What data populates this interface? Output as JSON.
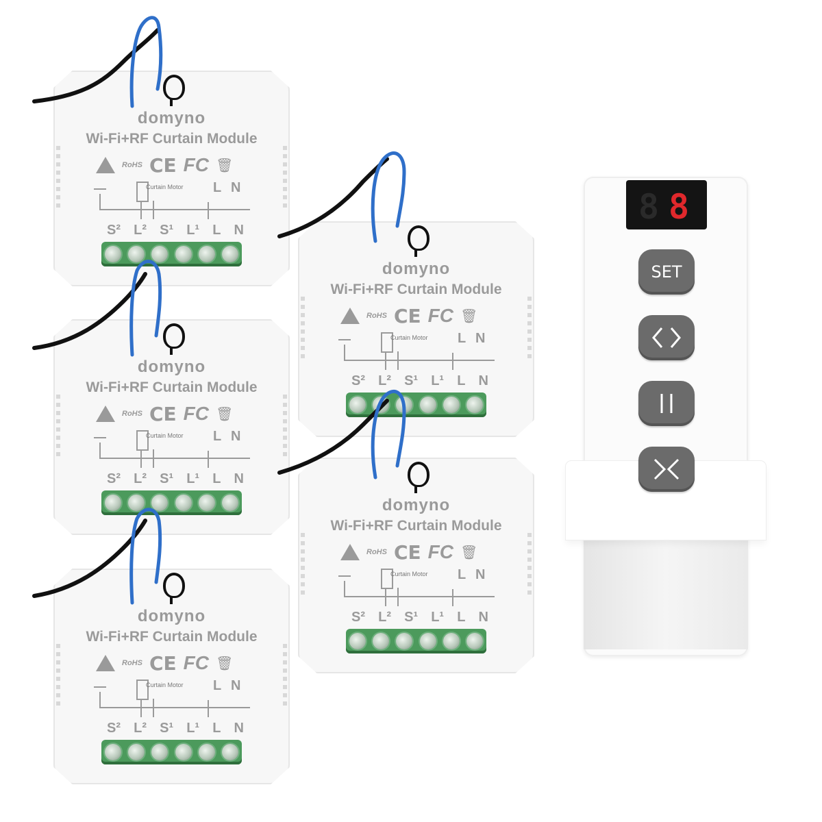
{
  "modules": [
    {
      "brand": "domyno",
      "title": "Wi-Fi+RF Curtain Module",
      "rohs": "RoHS",
      "ce": "CE",
      "fcc": "FC",
      "motor_label": "Curtain Motor",
      "top_L": "L",
      "top_N": "N",
      "terminals": [
        "S²",
        "L²",
        "S¹",
        "L¹",
        "L",
        "N"
      ]
    },
    {
      "brand": "domyno",
      "title": "Wi-Fi+RF Curtain Module",
      "rohs": "RoHS",
      "ce": "CE",
      "fcc": "FC",
      "motor_label": "Curtain Motor",
      "top_L": "L",
      "top_N": "N",
      "terminals": [
        "S²",
        "L²",
        "S¹",
        "L¹",
        "L",
        "N"
      ]
    },
    {
      "brand": "domyno",
      "title": "Wi-Fi+RF Curtain Module",
      "rohs": "RoHS",
      "ce": "CE",
      "fcc": "FC",
      "motor_label": "Curtain Motor",
      "top_L": "L",
      "top_N": "N",
      "terminals": [
        "S²",
        "L²",
        "S¹",
        "L¹",
        "L",
        "N"
      ]
    },
    {
      "brand": "domyno",
      "title": "Wi-Fi+RF Curtain Module",
      "rohs": "RoHS",
      "ce": "CE",
      "fcc": "FC",
      "motor_label": "Curtain Motor",
      "top_L": "L",
      "top_N": "N",
      "terminals": [
        "S²",
        "L²",
        "S¹",
        "L¹",
        "L",
        "N"
      ]
    },
    {
      "brand": "domyno",
      "title": "Wi-Fi+RF Curtain Module",
      "rohs": "RoHS",
      "ce": "CE",
      "fcc": "FC",
      "motor_label": "Curtain Motor",
      "top_L": "L",
      "top_N": "N",
      "terminals": [
        "S²",
        "L²",
        "S¹",
        "L¹",
        "L",
        "N"
      ]
    }
  ],
  "remote": {
    "display_digit": "8",
    "buttons": [
      {
        "name": "set-button",
        "label": "SET"
      },
      {
        "name": "open-button",
        "icon": "open-arrows-icon"
      },
      {
        "name": "pause-button",
        "icon": "pause-icon"
      },
      {
        "name": "close-button",
        "icon": "close-arrows-icon"
      }
    ]
  },
  "colors": {
    "module_body": "#f7f7f7",
    "print": "#9a9a9a",
    "terminal_green": "#4c9a5c",
    "wire_blue": "#2f6fc9",
    "wire_black": "#111111",
    "remote_button": "#6b6b6b",
    "display_red": "#e0282c"
  }
}
